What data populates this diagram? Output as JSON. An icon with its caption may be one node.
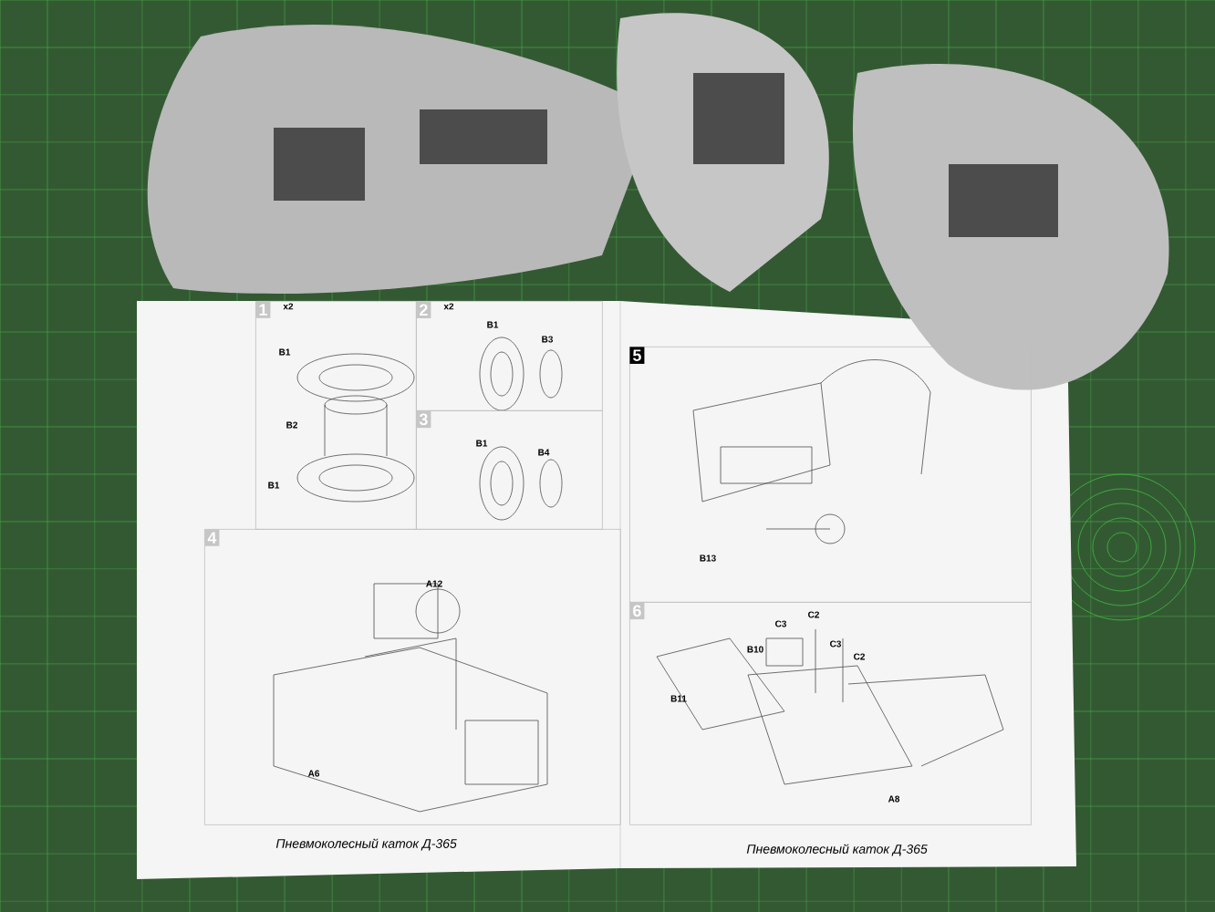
{
  "diagram": {
    "nodes": [
      {
        "text": [
          "1",
          "x2"
        ]
      },
      {
        "text": [
          "2",
          "x2"
        ]
      },
      {
        "text": [
          "3"
        ]
      },
      {
        "text": [
          "4"
        ]
      },
      {
        "text": [
          "5"
        ]
      },
      {
        "text": [
          "6"
        ]
      }
    ],
    "labels": [
      "B1",
      "B2",
      "B1",
      "B1",
      "B3",
      "B1",
      "B4",
      "A12",
      "A6",
      "Пневмоколесный каток Д-365",
      "B13",
      "C3",
      "C2",
      "B10",
      "C3",
      "C2",
      "B11",
      "A8",
      "Пневмоколесный каток Д-365"
    ]
  }
}
